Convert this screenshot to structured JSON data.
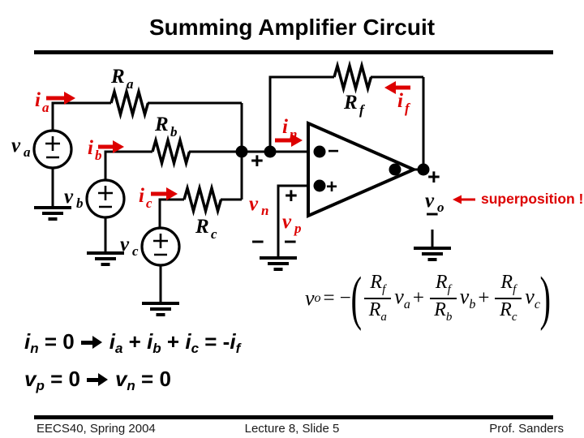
{
  "title": "Summing Amplifier Circuit",
  "colors": {
    "accent_red": "#dd0000"
  },
  "circuit": {
    "resistor_labels": {
      "ra": {
        "main": "R",
        "sub": "a"
      },
      "rb": {
        "main": "R",
        "sub": "b"
      },
      "rc": {
        "main": "R",
        "sub": "c"
      },
      "rf": {
        "main": "R",
        "sub": "f"
      }
    },
    "source_labels": {
      "va": {
        "main": "v",
        "sub": "a"
      },
      "vb": {
        "main": "v",
        "sub": "b"
      },
      "vc": {
        "main": "v",
        "sub": "c"
      }
    },
    "current_labels": {
      "ia": {
        "main": "i",
        "sub": "a"
      },
      "ib": {
        "main": "i",
        "sub": "b"
      },
      "ic": {
        "main": "i",
        "sub": "c"
      },
      "in": {
        "main": "i",
        "sub": "n"
      },
      "if": {
        "main": "i",
        "sub": "f"
      }
    },
    "node_labels": {
      "vn": {
        "main": "v",
        "sub": "n"
      },
      "vp": {
        "main": "v",
        "sub": "p"
      },
      "vo": {
        "main": "v",
        "sub": "o"
      }
    },
    "signs": {
      "plus": "+",
      "minus": "−"
    },
    "annotation": {
      "text": "superposition !"
    }
  },
  "equation": {
    "lhs": {
      "main": "v",
      "sub": "o"
    },
    "equals": "=",
    "minus": "−",
    "open_paren": "(",
    "close_paren": ")",
    "plus": "+",
    "terms": [
      {
        "num": {
          "main": "R",
          "sub": "f"
        },
        "den": {
          "main": "R",
          "sub": "a"
        },
        "factor": {
          "main": "v",
          "sub": "a"
        }
      },
      {
        "num": {
          "main": "R",
          "sub": "f"
        },
        "den": {
          "main": "R",
          "sub": "b"
        },
        "factor": {
          "main": "v",
          "sub": "b"
        }
      },
      {
        "num": {
          "main": "R",
          "sub": "f"
        },
        "den": {
          "main": "R",
          "sub": "c"
        },
        "factor": {
          "main": "v",
          "sub": "c"
        }
      }
    ]
  },
  "derivations": {
    "kcl": {
      "lhs": {
        "main": "i",
        "sub": "n"
      },
      "lhs_eq": " = 0",
      "t1": {
        "main": "i",
        "sub": "a"
      },
      "plus1": " + ",
      "t2": {
        "main": "i",
        "sub": "b"
      },
      "plus2": " + ",
      "t3": {
        "main": "i",
        "sub": "c"
      },
      "eq_neg": " = -",
      "rhs": {
        "main": "i",
        "sub": "f"
      }
    },
    "vzero": {
      "lhs": {
        "main": "v",
        "sub": "p"
      },
      "lhs_eq": " = 0",
      "rhs": {
        "main": "v",
        "sub": "n"
      },
      "rhs_eq": " = 0"
    }
  },
  "footer": {
    "left": "EECS40, Spring 2004",
    "center": "Lecture 8, Slide 5",
    "right": "Prof. Sanders"
  }
}
